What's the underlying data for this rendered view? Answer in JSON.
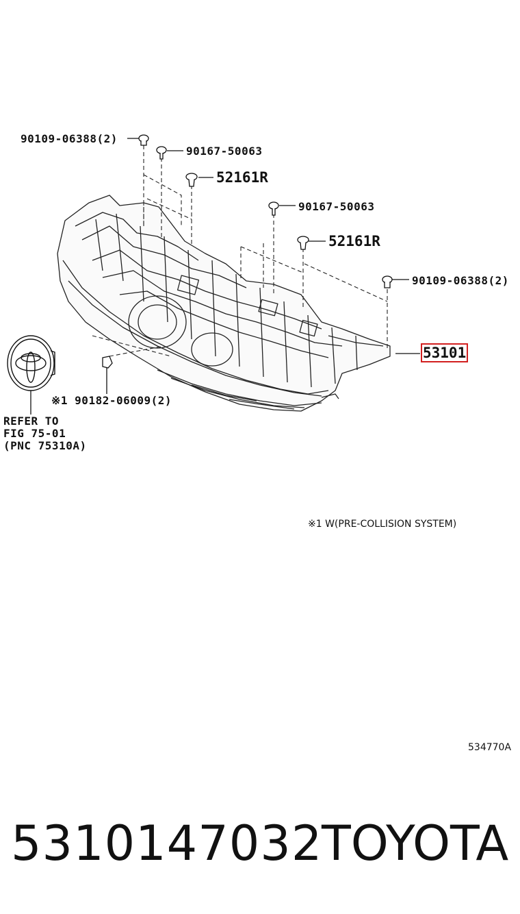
{
  "callouts": {
    "bolt_left_top": "90109-06388(2)",
    "screw_left": "90167-50063",
    "clip_left": "52161R",
    "screw_right": "90167-50063",
    "clip_right": "52161R",
    "bolt_right": "90109-06388(2)",
    "main_part": "53101",
    "nut_bottom": "※1 90182-06009(2)"
  },
  "reference": {
    "line1": "REFER TO",
    "line2": "FIG 75-01",
    "line3": "(PNC 75310A)"
  },
  "footnote": "※1 W(PRE-COLLISION SYSTEM)",
  "figure_id": "534770A",
  "part_number": "5310147032",
  "brand": "TOYOTA"
}
